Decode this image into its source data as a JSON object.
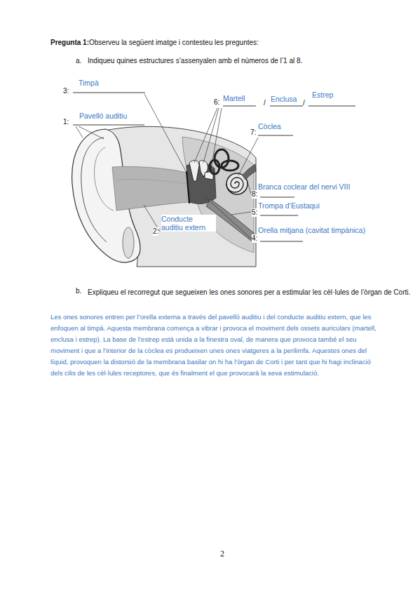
{
  "diagram": {
    "labels": [
      "Pregunta 1:",
      "Observeu la següent imatge i contesteu les preguntes:",
      "a.",
      "Indiqueu quines estructures s’assenyalen amb el números de l’1 al 8.",
      "3:",
      "Timpà",
      "6:",
      "Martell",
      "/",
      "Enclusa",
      "/",
      "Estrep",
      "1:",
      "Pavelló auditiu",
      "7:",
      "Còclea",
      "8:",
      "Branca coclear del nervi VIII",
      "5:",
      "Trompa d’Eustaqui",
      "2:",
      "Conducte auditiu extern",
      "4:",
      "Orella mitjana (cavitat timpànica)",
      "b.",
      "Expliqueu el recorregut que segueixen les ones sonores per a estimular les cèl·lules de l’òrgan de Corti.",
      "Les ones sonores entren per l’orella externa a través del pavelló auditiu i del conducte auditiu extern, que les enfoquen al timpà. Aquesta membrana comença a vibrar i provoca el moviment dels ossets auriculars (martell, enclusa i estrep). La base de l’estrep està unida a la finestra oval, de manera que provoca també el seu moviment i que a l’interior de la còclea es produeixen unes ones viatgeres a la perilimfa. Aquestes ones del líquid, provoquen la distorsió de la membrana basilar on hi ha l’òrgan de Corti i per tant que hi hagi inclinació dels cilis de les cèl·lules receptores, que és finalment el que provocarà la seva estimulació.",
      "2"
    ]
  }
}
